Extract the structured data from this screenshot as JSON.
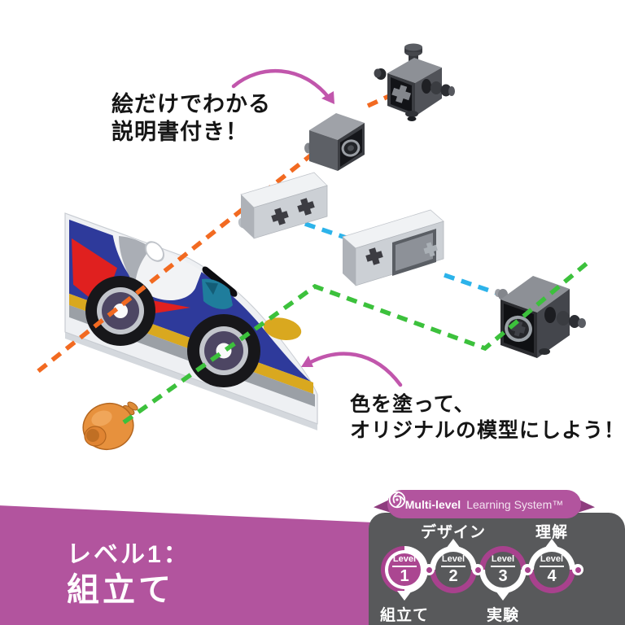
{
  "annotations": {
    "instructions_note": {
      "line1": "絵だけでわかる",
      "line2": "説明書付き！"
    },
    "paint_note": {
      "line1": "色を塗って、",
      "line2": "オリジナルの模型にしよう！"
    }
  },
  "level_banner": {
    "title": "レベル1：",
    "subtitle": "組立て"
  },
  "learning_system": {
    "title_strong": "Multi-level",
    "title_rest": "Learning System™",
    "levels": [
      {
        "tier": "Level",
        "number": "1",
        "label": "組立て",
        "label_position": "below",
        "state": "active"
      },
      {
        "tier": "Level",
        "number": "2",
        "label": "デザイン",
        "label_position": "above",
        "state": "inactive"
      },
      {
        "tier": "Level",
        "number": "3",
        "label": "実験",
        "label_position": "below",
        "state": "inactive"
      },
      {
        "tier": "Level",
        "number": "4",
        "label": "理解",
        "label_position": "above",
        "state": "inactive"
      }
    ]
  },
  "icons": {
    "learning_system_icon": "cycle-badge-icon",
    "banner_icon": "dotted-double-chevron-icon"
  },
  "colors": {
    "accent_magenta": "#b2549e",
    "arc_magenta": "#a8418d",
    "panel_gray": "#58595b",
    "dash_orange": "#f26a21",
    "dash_cyan": "#2cb3ea",
    "dash_green": "#3cc13c",
    "arrow_magenta": "#c156ac",
    "car_blue": "#2e3a9b",
    "car_yellow": "#d9a81f",
    "car_red": "#e0201f",
    "knob_orange": "#e7913d"
  }
}
